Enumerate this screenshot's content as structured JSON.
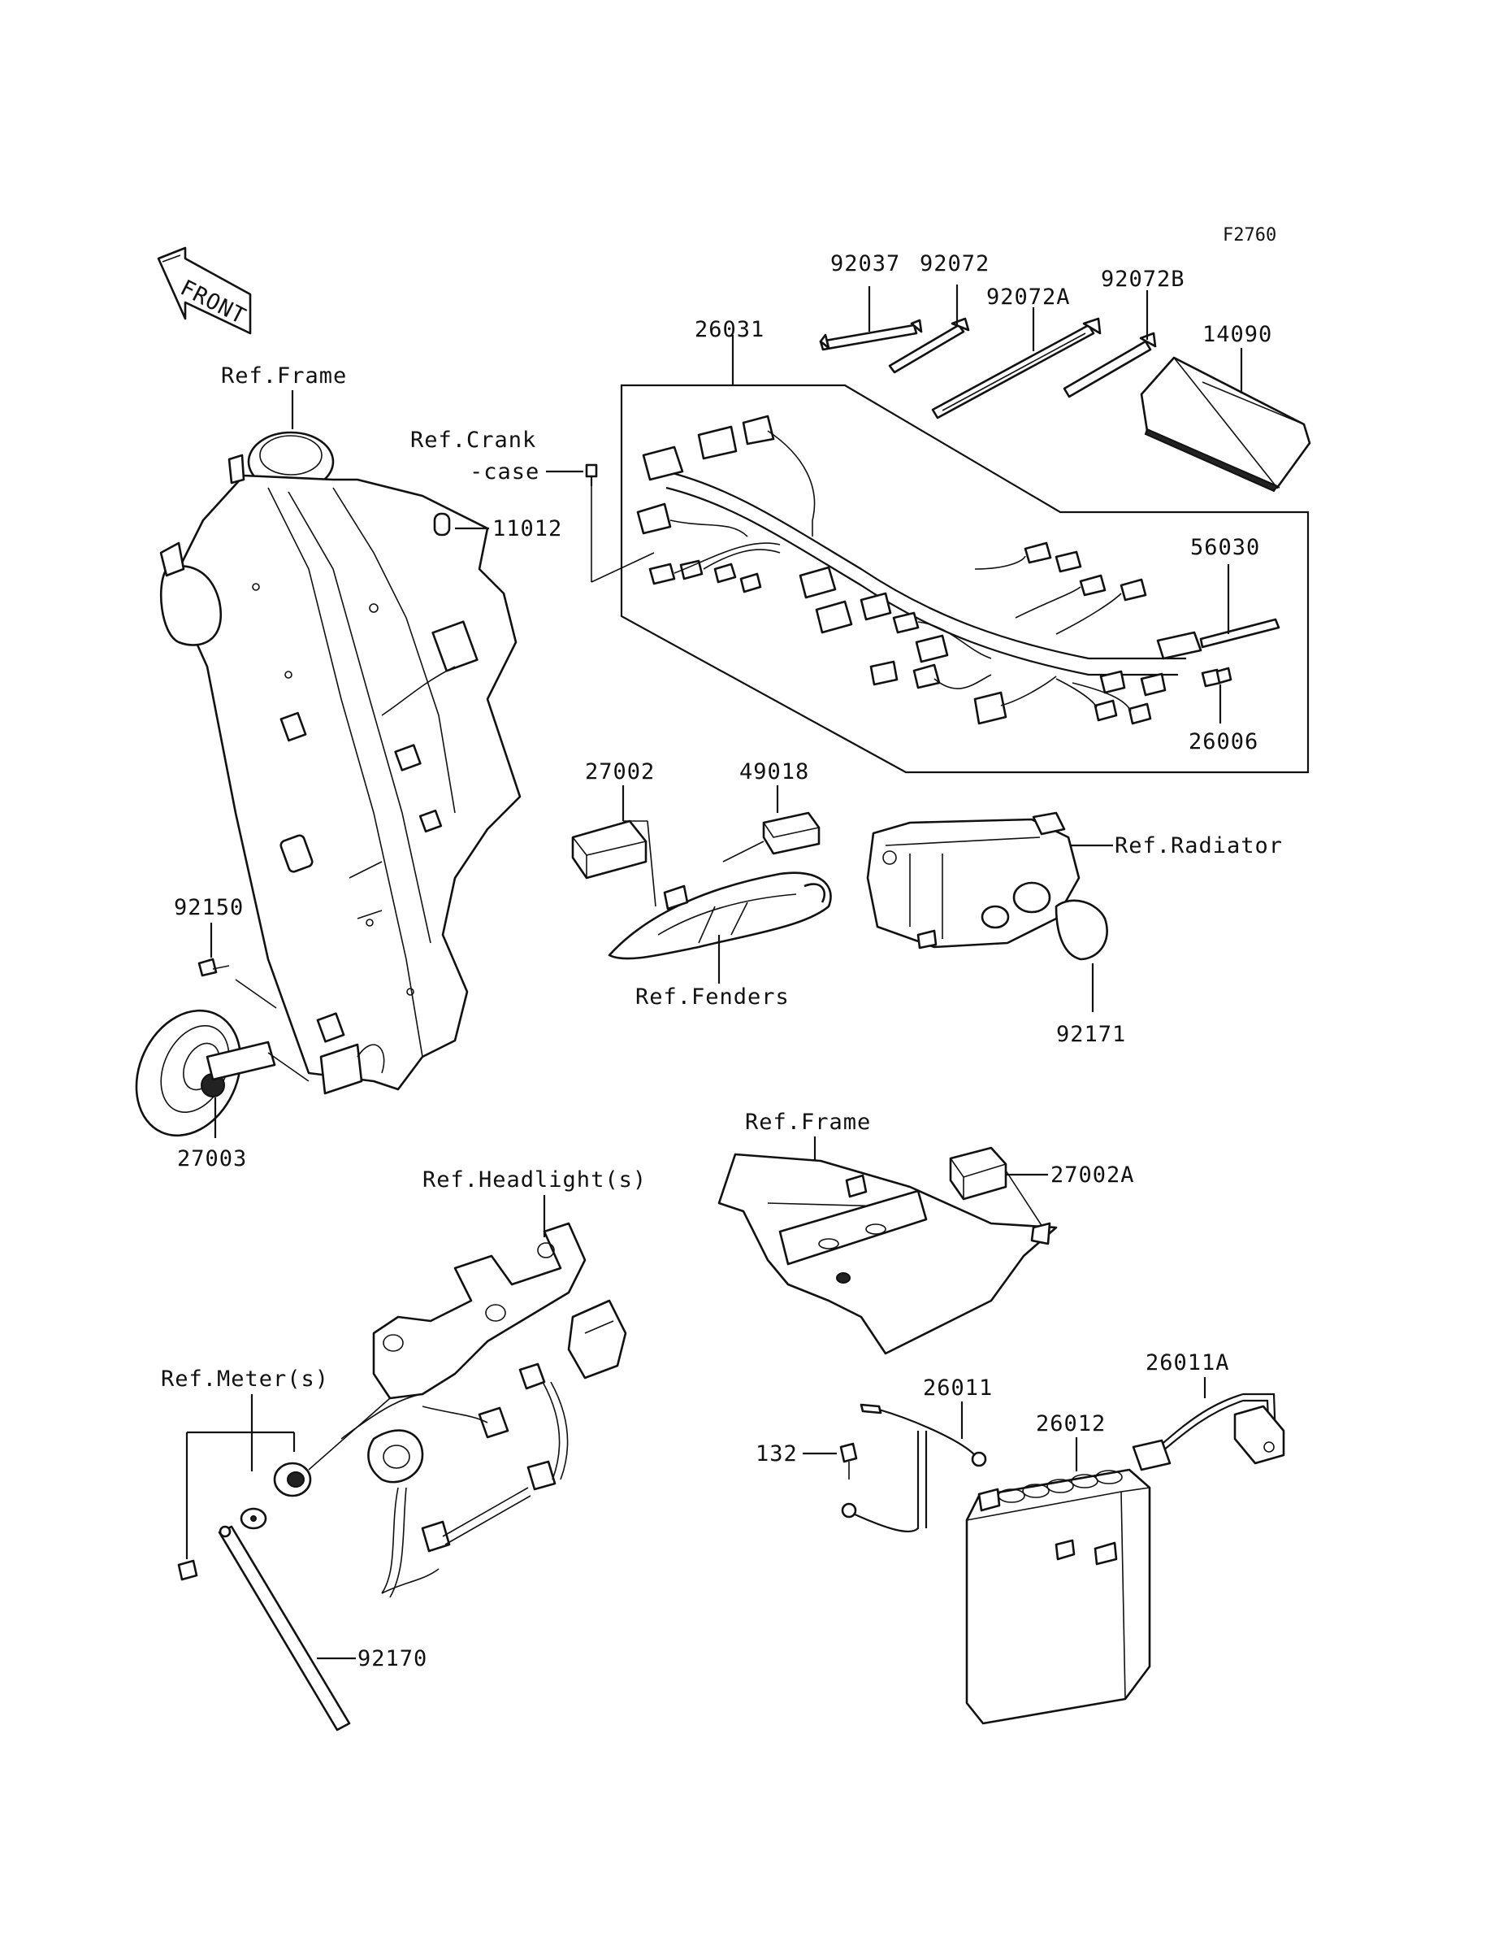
{
  "diagram_code": "F2760",
  "front_arrow_text": "FRONT",
  "labels": {
    "p92037": "92037",
    "p92072": "92072",
    "p92072A": "92072A",
    "p92072B": "92072B",
    "p14090": "14090",
    "p26031": "26031",
    "ref_frame_top": "Ref.Frame",
    "ref_crank_1": "Ref.Crank",
    "ref_crank_2": "-case",
    "p11012": "11012",
    "p56030": "56030",
    "p26006": "26006",
    "p27002": "27002",
    "p49018": "49018",
    "ref_radiator": "Ref.Radiator",
    "p92150": "92150",
    "ref_fenders": "Ref.Fenders",
    "p92171": "92171",
    "p27003": "27003",
    "ref_frame_mid": "Ref.Frame",
    "p27002A": "27002A",
    "ref_headlight": "Ref.Headlight(s)",
    "ref_meter": "Ref.Meter(s)",
    "p26011": "26011",
    "p26011A": "26011A",
    "p26012": "26012",
    "p132": "132",
    "p92170": "92170"
  }
}
